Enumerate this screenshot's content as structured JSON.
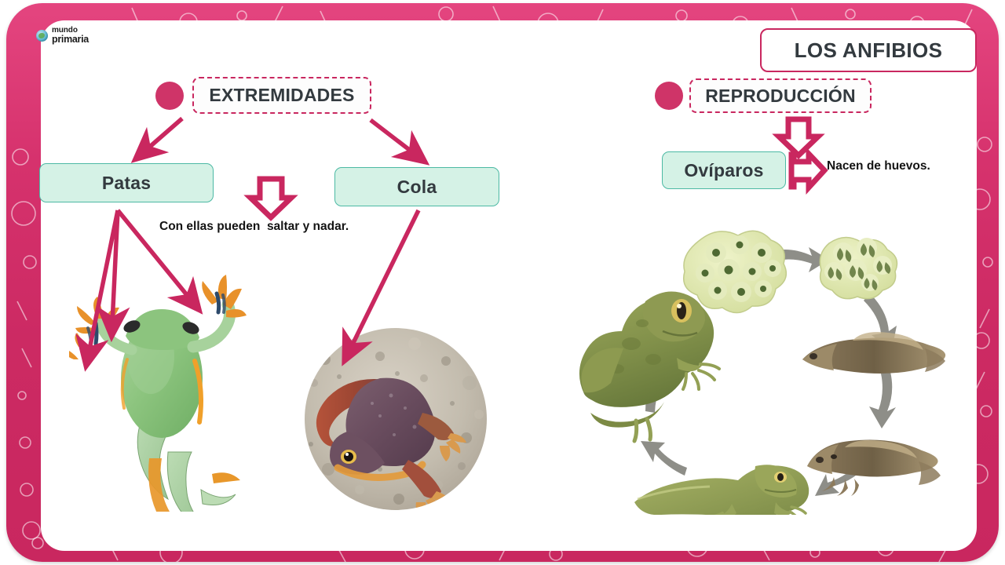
{
  "page": {
    "title": "LOS ANFIBIOS",
    "background_color": "#ffffff",
    "frame_color": "#cc2a63",
    "accent_pink": "#c9275f",
    "mint_fill": "#d5f2e6",
    "mint_border": "#4cb9a4",
    "text_color": "#333a3f"
  },
  "logo": {
    "line1": "mundo",
    "line2": "primaria",
    "icon": "globe-icon"
  },
  "left_section": {
    "header": "EXTREMIDADES",
    "boxes": [
      {
        "label": "Patas"
      },
      {
        "label": "Cola"
      }
    ],
    "caption": "Con ellas pueden  saltar y nadar.",
    "images": [
      {
        "name": "tree-frog-photo",
        "alt": "Rana arborícola verde con patas naranjas"
      },
      {
        "name": "salamander-photo",
        "alt": "Salamandra sobre grava, recorte circular"
      }
    ]
  },
  "right_section": {
    "header": "REPRODUCCIÓN",
    "box": "Ovíparos",
    "caption": "Nacen de huevos.",
    "life_cycle": {
      "name": "frog-life-cycle-diagram",
      "stages": [
        "huevos",
        "huevos en desarrollo",
        "renacuajo",
        "renacuajo con patas",
        "rana joven",
        "rana adulta"
      ]
    }
  }
}
